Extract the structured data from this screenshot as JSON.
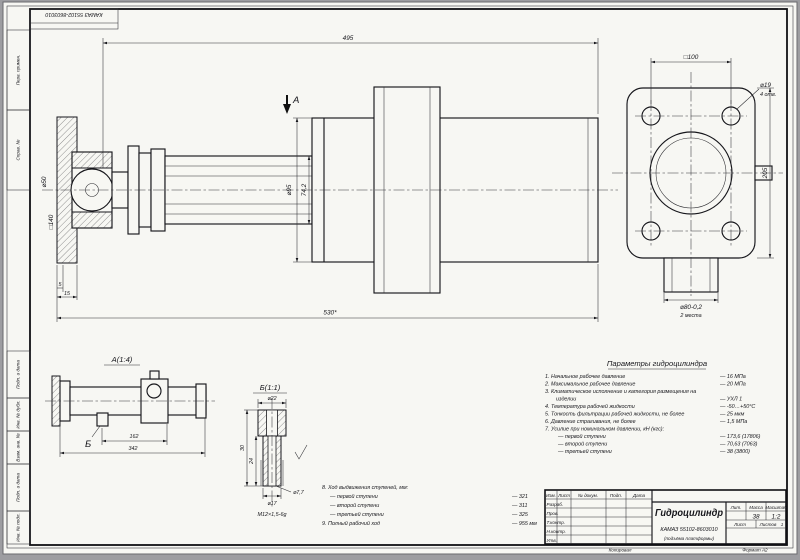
{
  "frame": {
    "margin_labels": [
      "Перв. примен.",
      "Справ. №",
      "Подп. и дата",
      "Инв. № дубл.",
      "Взам. инв. №",
      "Подп. и дата",
      "Инв. № подл."
    ],
    "corner_ref": "КАМАЗ 55102-8603010",
    "copied_label": "Копировал",
    "format_label": "Формат А2"
  },
  "main_view": {
    "section_label": "А",
    "dims": {
      "length_top": "495",
      "length_bottom": "530*",
      "body_dia": "⌀95",
      "rod_dia": "74,2",
      "ball_dia": "⌀50",
      "bracket_sq": "□140",
      "plate_t": "5",
      "plate_off": "15"
    }
  },
  "flange_view": {
    "dims": {
      "square": "□100",
      "hole_dia": "⌀19",
      "hole_count": "4 отв.",
      "height": "205",
      "boss_dia": "⌀80-0,2",
      "boss_note": "2 места"
    }
  },
  "detail_a": {
    "title": "А(1:4)",
    "callout": "Б",
    "dims": {
      "len1": "162",
      "len2": "342"
    }
  },
  "detail_b": {
    "title": "Б(1:1)",
    "dims": {
      "top_dia": "⌀22",
      "height": "30",
      "depth": "24",
      "mid_dia": "⌀17",
      "bore_dia": "⌀7,7",
      "thread": "М12×1,5-6g"
    }
  },
  "parameters": {
    "title": "Параметры гидроцилиндра",
    "items": [
      {
        "label": "1. Начальное рабочее давление",
        "value": "— 16 МПа"
      },
      {
        "label": "2. Максимальное рабочее давление",
        "value": "— 20 МПа"
      },
      {
        "label": "3. Климатическое исполнение и категория размещения на",
        "value": ""
      },
      {
        "label": "изделии",
        "value": "— УХЛ 1"
      },
      {
        "label": "4. Температура рабочей жидкости",
        "value": "— -50…+50°С"
      },
      {
        "label": "5. Тонкость фильтрации рабочей жидкости, не более",
        "value": "— 25 мкм"
      },
      {
        "label": "6. Давление страгивания, не более",
        "value": "— 1,5 МПа"
      },
      {
        "label": "7. Усилие при номинальном давлении, кН (кгс):",
        "value": ""
      },
      {
        "label": "— первой ступени",
        "value": "— 173,6 (17806)"
      },
      {
        "label": "— второй ступени",
        "value": "— 70,63 (7063)"
      },
      {
        "label": "— третьей ступени",
        "value": "— 38 (3800)"
      }
    ]
  },
  "notes": {
    "items": [
      {
        "label": "8. Ход выдвижения ступеней, мм:",
        "value": ""
      },
      {
        "label": "— первой ступени",
        "value": "— 321"
      },
      {
        "label": "— второй ступени",
        "value": "— 311"
      },
      {
        "label": "— третьей ступени",
        "value": "— 325"
      },
      {
        "label": "9. Полный рабочий ход",
        "value": "— 955 мм"
      }
    ]
  },
  "title_block": {
    "name": "Гидроцилиндр",
    "designation": "КАМАЗ 55102-8603010",
    "subtitle": "(подъёма платформы)",
    "header_cells": [
      "Изм.",
      "Лист",
      "№ докум.",
      "Подп.",
      "Дата"
    ],
    "rows": [
      "Разраб.",
      "Пров.",
      "Т.контр.",
      "Н.контр.",
      "Утв."
    ],
    "lit_label": "Лит.",
    "mass_label": "Масса",
    "scale_label": "Масштаб",
    "mass": "38",
    "scale": "1:2",
    "sheet_label": "Лист",
    "sheets_label": "Листов",
    "sheets_value": "1"
  }
}
